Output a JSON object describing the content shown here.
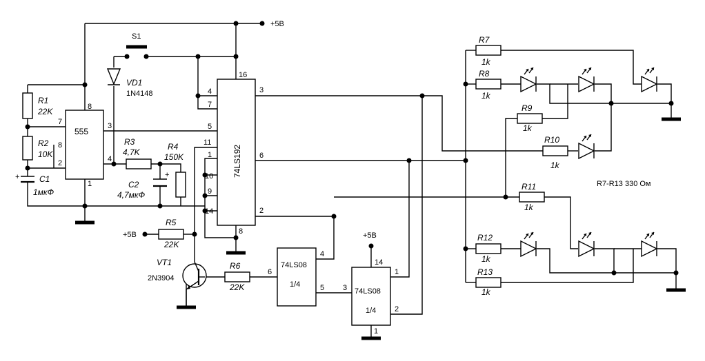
{
  "supply": {
    "vcc_top": "+5В",
    "vcc_r5": "+5В",
    "vcc_and2": "+5В"
  },
  "ic_555": {
    "name": "555",
    "pins": [
      "8",
      "7",
      "8",
      "2",
      "3",
      "4",
      "1"
    ]
  },
  "ic_74ls192": {
    "name": "74LS192",
    "pins": [
      "16",
      "4",
      "7",
      "5",
      "11",
      "1",
      "10",
      "9",
      "14",
      "8",
      "3",
      "6",
      "2"
    ]
  },
  "ic_and1": {
    "name": "74LS08",
    "part": "1/4",
    "pins": [
      "4",
      "6",
      "5"
    ]
  },
  "ic_and2": {
    "name": "74LS08",
    "part": "1/4",
    "pins": [
      "14",
      "1",
      "3",
      "2",
      "1"
    ]
  },
  "switch": {
    "ref": "S1"
  },
  "diode": {
    "ref": "VD1",
    "value": "1N4148"
  },
  "transistor": {
    "ref": "VT1",
    "value": "2N3904"
  },
  "resistors": [
    {
      "ref": "R1",
      "value": "22K"
    },
    {
      "ref": "R2",
      "value": "10K"
    },
    {
      "ref": "R3",
      "value": "4,7K"
    },
    {
      "ref": "R4",
      "value": "150K"
    },
    {
      "ref": "R5",
      "value": "22K"
    },
    {
      "ref": "R6",
      "value": "22K"
    },
    {
      "ref": "R7",
      "value": "1k"
    },
    {
      "ref": "R8",
      "value": "1k"
    },
    {
      "ref": "R9",
      "value": "1k"
    },
    {
      "ref": "R10",
      "value": "1k"
    },
    {
      "ref": "R11",
      "value": "1k"
    },
    {
      "ref": "R12",
      "value": "1k"
    },
    {
      "ref": "R13",
      "value": "1k"
    }
  ],
  "capacitors": [
    {
      "ref": "C1",
      "value": "1мкФ",
      "polarity": "+"
    },
    {
      "ref": "C2",
      "value": "4,7мкФ",
      "polarity": "+"
    }
  ],
  "note": "R7-R13 330 Ом",
  "colors": {
    "ink": "#000000",
    "background": "#ffffff"
  }
}
